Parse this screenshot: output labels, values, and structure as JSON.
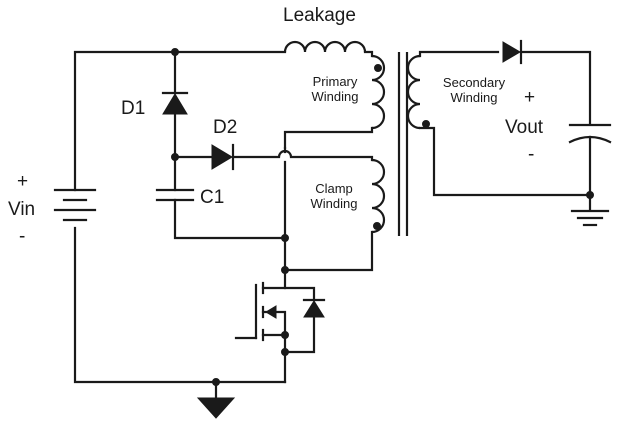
{
  "labels": {
    "leakage": "Leakage",
    "primary_winding_1": "Primary",
    "primary_winding_2": "Winding",
    "secondary_winding_1": "Secondary",
    "secondary_winding_2": "Winding",
    "clamp_winding_1": "Clamp",
    "clamp_winding_2": "Winding",
    "d1": "D1",
    "d2": "D2",
    "c1": "C1",
    "vin": "Vin",
    "vin_plus": "+",
    "vin_minus": "-",
    "vout": "Vout",
    "vout_plus": "+",
    "vout_minus": "-"
  }
}
